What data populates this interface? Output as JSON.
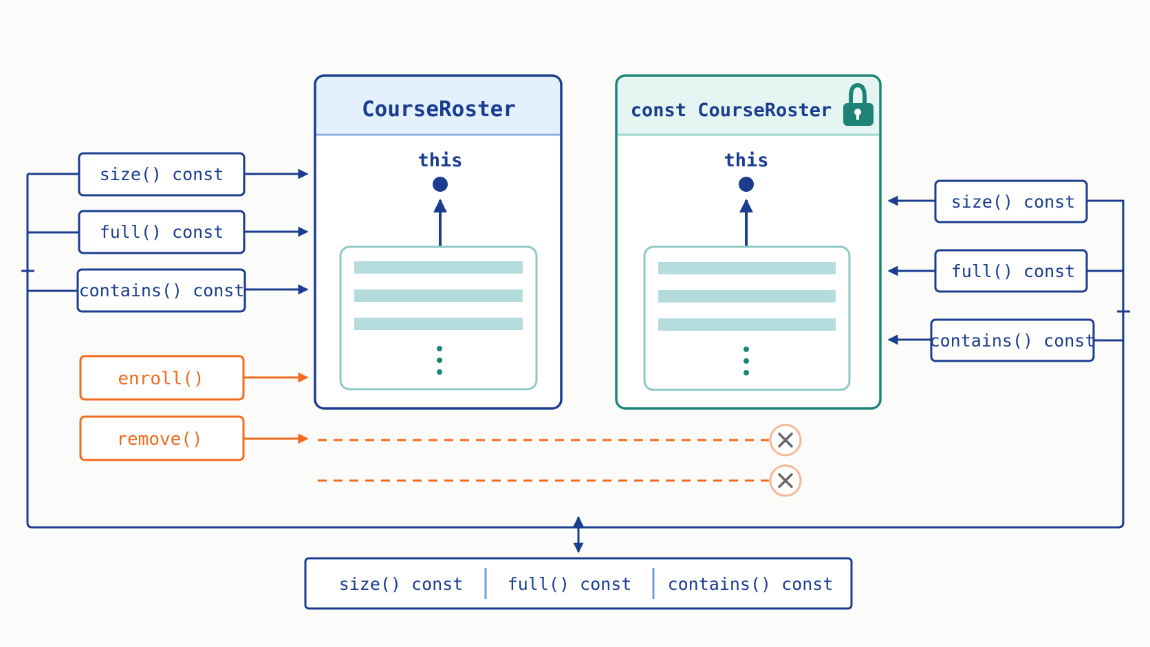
{
  "colors": {
    "navy": "#1a3d8f",
    "teal": "#1d8378",
    "orange": "#f26a1b",
    "header_blue": "#e4f0fc",
    "header_teal": "#e5f5f1",
    "data_bar": "#b5dcdd",
    "data_border": "#8ec9c8",
    "x_circle": "#f5b896",
    "x_mark": "#666666"
  },
  "left_object": {
    "title": "CourseRoster",
    "pointer_label": "this"
  },
  "right_object": {
    "title": "const CourseRoster",
    "pointer_label": "this",
    "badge_icon": "lock-icon"
  },
  "left_methods": {
    "const_methods": [
      "size() const",
      "full() const",
      "contains() const"
    ],
    "mutating_methods": [
      "enroll()",
      "remove()"
    ]
  },
  "right_methods": [
    "size() const",
    "full() const",
    "contains() const"
  ],
  "bottom_bar": [
    "size() const",
    "full() const",
    "contains() const"
  ],
  "blocked_icon": "close-icon",
  "ellipsis": "⋮"
}
